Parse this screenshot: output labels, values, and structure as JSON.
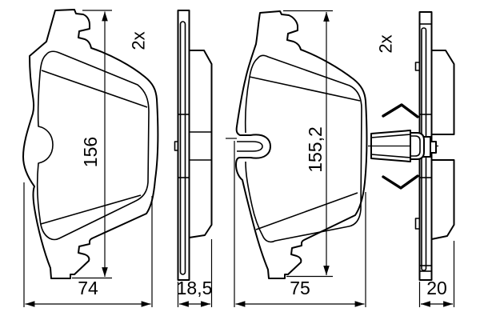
{
  "drawing": {
    "background_color": "#ffffff",
    "line_color": "#000000",
    "description": "brake pad set technical drawing, two pad shapes with edge views",
    "views": {
      "pad1_front": {
        "height": "156",
        "width": "74",
        "quantity": "2x"
      },
      "pad1_side": {
        "thickness": "18,5"
      },
      "pad2_front": {
        "height": "155,2",
        "width": "75",
        "quantity": "2x"
      },
      "pad2_side": {
        "thickness": "20"
      }
    }
  }
}
